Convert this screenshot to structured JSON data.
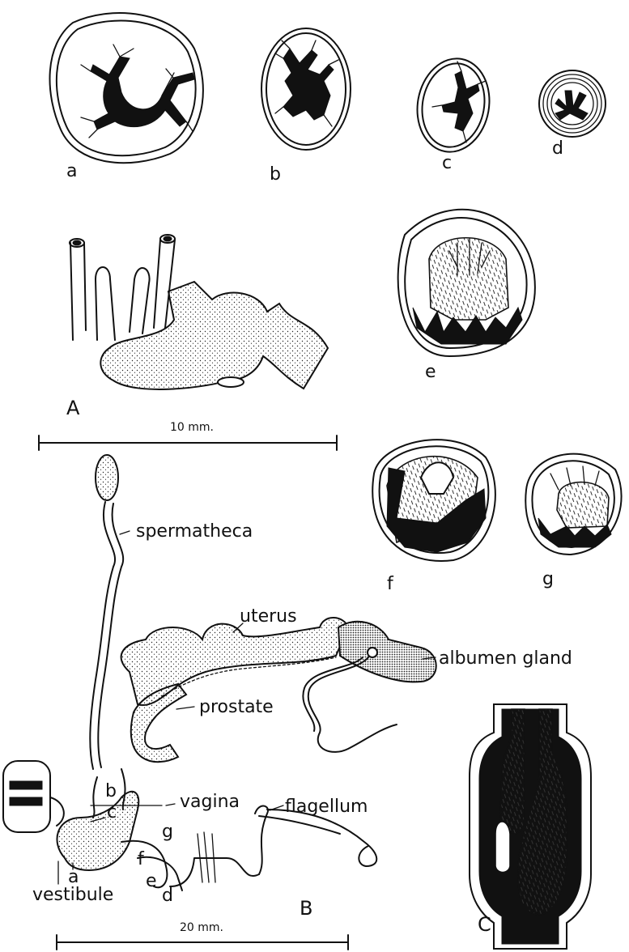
{
  "section_labels": {
    "a": "a",
    "b": "b",
    "c": "c",
    "d": "d",
    "e": "e",
    "f": "f",
    "g": "g"
  },
  "figure_labels": {
    "A": "A",
    "B": "B",
    "C": "C"
  },
  "scale_bars": {
    "top": "10 mm.",
    "bottom": "20 mm."
  },
  "organ_labels": {
    "spermatheca": "spermatheca",
    "uterus": "uterus",
    "albumen_gland": "albumen gland",
    "prostate": "prostate",
    "vagina": "vagina",
    "flagellum": "flagellum",
    "vestibule": "vestibule"
  },
  "pointer_letters": {
    "a": "a",
    "b": "b",
    "c": "c",
    "d": "d",
    "e": "e",
    "f": "f",
    "g": "g"
  }
}
